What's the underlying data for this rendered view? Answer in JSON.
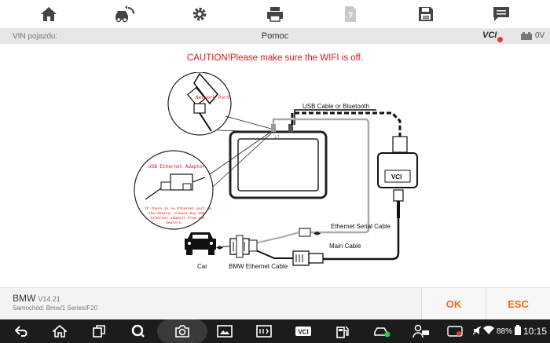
{
  "toolbar": {
    "icons": [
      "home-icon",
      "car-swap-icon",
      "gear-icon",
      "print-icon",
      "help-icon",
      "save-icon",
      "message-icon"
    ]
  },
  "infobar": {
    "vin_label": "VIN pojazdu:",
    "title": "Pomoc",
    "vci_label": "VCI",
    "voltage": "0V"
  },
  "caution": "CAUTION!Please make sure the WIFI is off.",
  "diagram": {
    "network_port": "Network Port",
    "usb_adapter": "USB Ethernet Adapter",
    "adapter_note_1": "If there is no Ethernet port on",
    "adapter_note_2": "the device, please buy USB",
    "adapter_note_3": "Ethernet adapter from our",
    "adapter_note_4": "dealers.",
    "usb_cable": "USB Cable or Bluetooth",
    "vci": "VCI",
    "ethernet_serial": "Ethernet Serial Cable",
    "main_cable": "Main Cable",
    "car": "Car",
    "bmw_ethernet": "BMW Ethernet Cable"
  },
  "footer": {
    "brand": "BMW",
    "version": "V14.21",
    "vehicle": "Samochód: Bmw/1 Series/F20",
    "ok_label": "OK",
    "esc_label": "ESC"
  },
  "status": {
    "battery": "88%",
    "time": "10:15"
  },
  "colors": {
    "accent": "#f36a1a",
    "caution": "#e0141b"
  }
}
